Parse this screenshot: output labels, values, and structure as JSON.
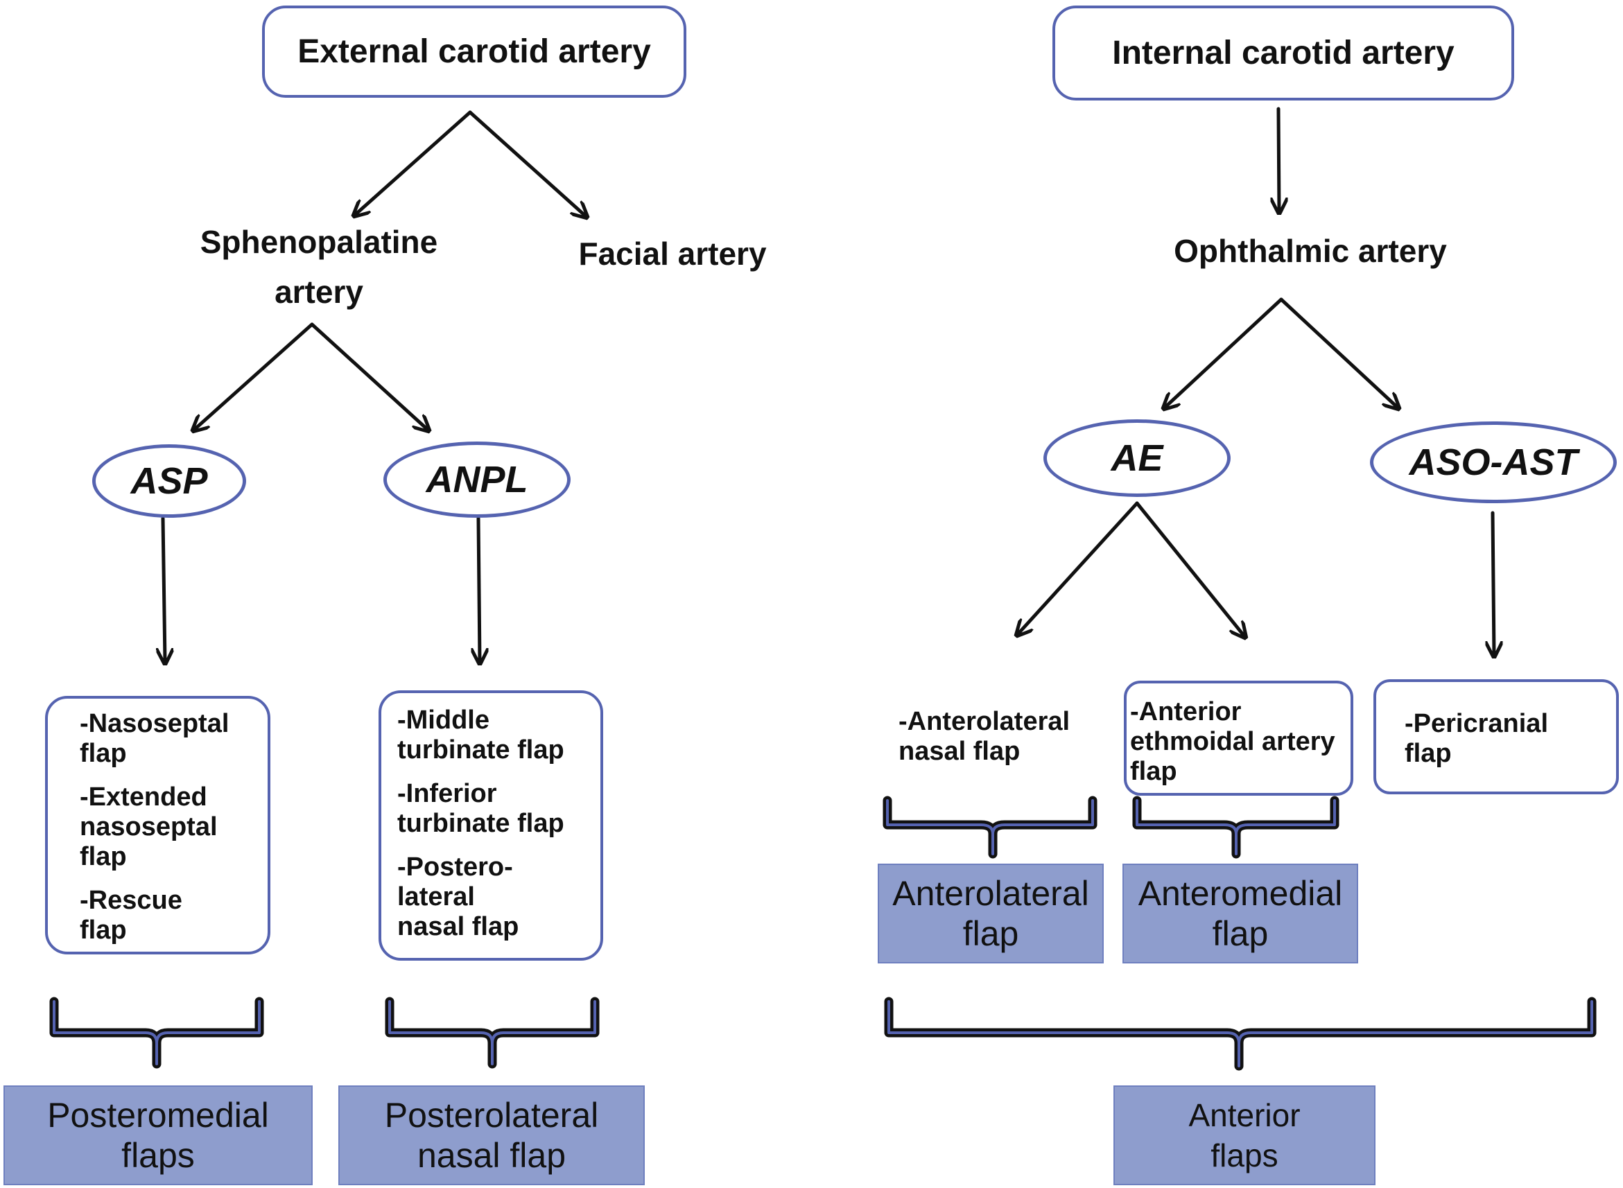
{
  "roots": {
    "external": "External carotid artery",
    "internal": "Internal carotid artery"
  },
  "branches": {
    "sphenopalatine": "Sphenopalatine\nartery",
    "facial": "Facial artery",
    "ophthalmic": "Ophthalmic artery"
  },
  "vessels": {
    "asp": "ASP",
    "anpl": "ANPL",
    "ae": "AE",
    "aso_ast": "ASO-AST"
  },
  "flap_lists": {
    "asp": [
      "-Nasoseptal\nflap",
      "-Extended\nnasoseptal\nflap",
      "-Rescue\nflap"
    ],
    "anpl": [
      "-Middle\nturbinate flap",
      "-Inferior\nturbinate flap",
      "-Postero-\nlateral\nnasal flap"
    ],
    "ae_lateral": "-Anterolateral\nnasal flap",
    "ae_medial": "-Anterior\nethmoidal artery\nflap",
    "aso_ast": "-Pericranial\nflap"
  },
  "categories": {
    "posteromedial": "Posteromedial\nflaps",
    "posterolateral": "Posterolateral\nnasal flap",
    "anterolateral": "Anterolateral\nflap",
    "anteromedial": "Anteromedial\nflap",
    "anterior": "Anterior\nflaps"
  },
  "colors": {
    "outline": "#5563b0",
    "category_fill": "#8e9dcd",
    "arrow": "#111111"
  }
}
